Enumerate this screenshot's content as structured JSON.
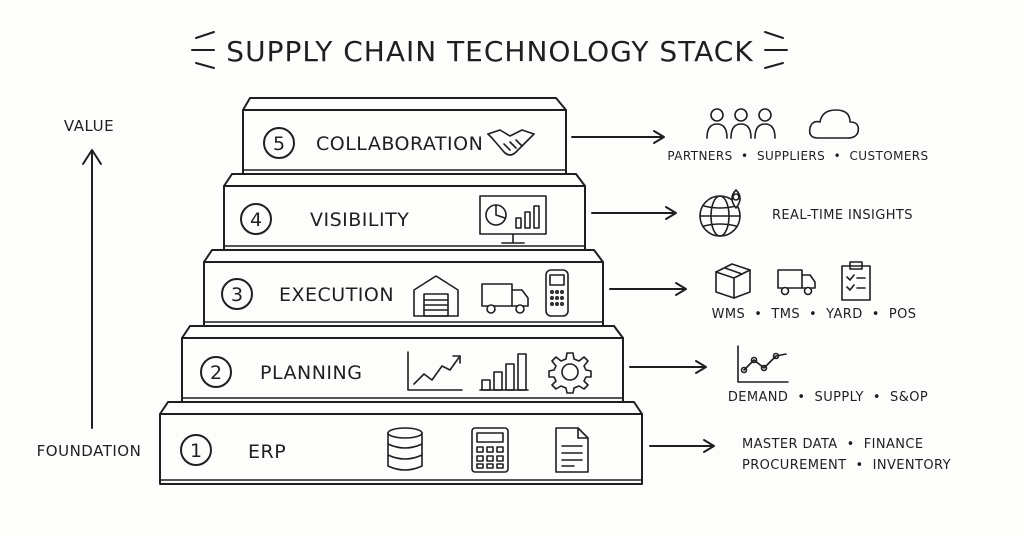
{
  "title": "SUPPLY CHAIN TECHNOLOGY STACK",
  "axis": {
    "top_label": "VALUE",
    "bottom_label": "FOUNDATION"
  },
  "layers": [
    {
      "number": "5",
      "label": "COLLABORATION",
      "icons": [
        "handshake-icon"
      ],
      "outcome_icons": [
        "people-icon",
        "cloud-icon"
      ],
      "outcome_lines": [
        "PARTNERS  •  SUPPLIERS  •  CUSTOMERS"
      ]
    },
    {
      "number": "4",
      "label": "VISIBILITY",
      "icons": [
        "dashboard-monitor-icon"
      ],
      "outcome_icons": [
        "globe-pin-icon"
      ],
      "outcome_lines": [
        "REAL-TIME INSIGHTS"
      ]
    },
    {
      "number": "3",
      "label": "EXECUTION",
      "icons": [
        "warehouse-icon",
        "truck-icon",
        "scanner-icon"
      ],
      "outcome_icons": [
        "box-icon",
        "truck-icon",
        "clipboard-icon"
      ],
      "outcome_lines": [
        "WMS  •  TMS  •  YARD  •  POS"
      ]
    },
    {
      "number": "2",
      "label": "PLANNING",
      "icons": [
        "trend-line-icon",
        "bar-chart-icon",
        "gear-icon"
      ],
      "outcome_icons": [
        "line-graph-icon"
      ],
      "outcome_lines": [
        "DEMAND  •  SUPPLY  •  S&OP"
      ]
    },
    {
      "number": "1",
      "label": "ERP",
      "icons": [
        "database-icon",
        "calculator-icon",
        "document-icon"
      ],
      "outcome_icons": [],
      "outcome_lines": [
        "MASTER DATA  •  FINANCE",
        "PROCUREMENT  •  INVENTORY"
      ]
    }
  ]
}
